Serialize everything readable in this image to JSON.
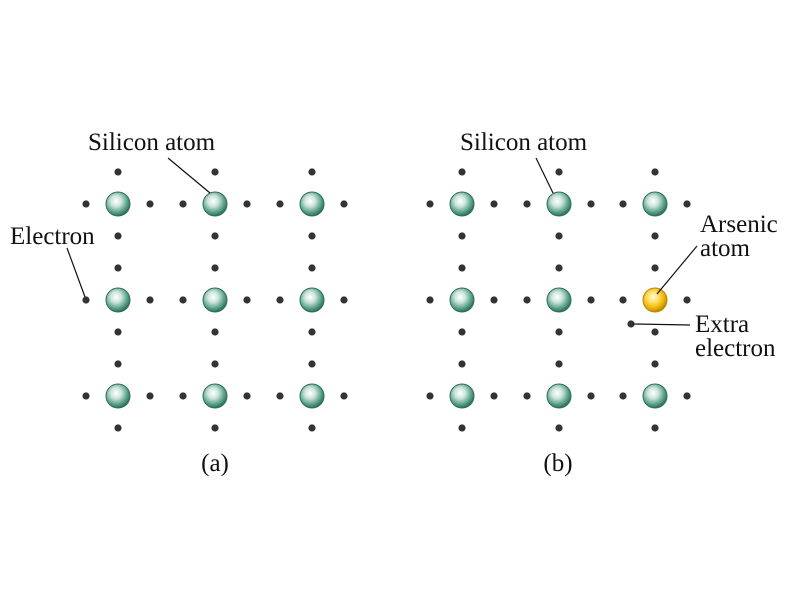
{
  "colors": {
    "silicon_atom": "#3e8a74",
    "arsenic_atom": "#e6b000",
    "electron": "#333333",
    "text": "#111111"
  },
  "panel_a": {
    "caption": "(a)",
    "labels": {
      "silicon_atom": "Silicon atom",
      "electron": "Electron"
    }
  },
  "panel_b": {
    "caption": "(b)",
    "labels": {
      "silicon_atom": "Silicon atom",
      "arsenic_atom": "Arsenic\natom",
      "extra_electron": "Extra\nelectron"
    }
  }
}
